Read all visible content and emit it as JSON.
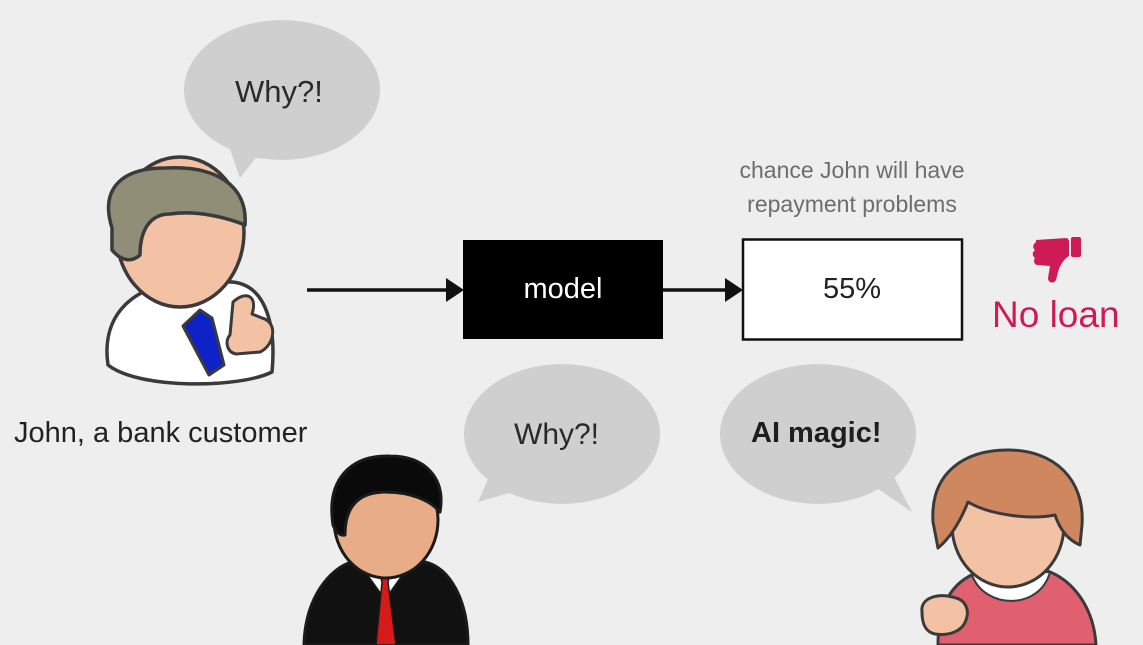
{
  "diagram": {
    "customer": {
      "question": "Why?!",
      "label": "John, a bank customer"
    },
    "model": {
      "label": "model"
    },
    "output": {
      "caption": "chance John will have repayment problems",
      "value": "55%"
    },
    "decision": {
      "label": "No loan"
    },
    "banker": {
      "question": "Why?!"
    },
    "analyst": {
      "answer": "AI magic!"
    }
  },
  "colors": {
    "background": "#efeeef",
    "bubble": "#cfcfcf",
    "model_box": "#000000",
    "decision": "#cf1b55",
    "tie_blue": "#0e22c8",
    "tie_red": "#d51a1a"
  },
  "icons": [
    "thumbs-down-icon"
  ]
}
